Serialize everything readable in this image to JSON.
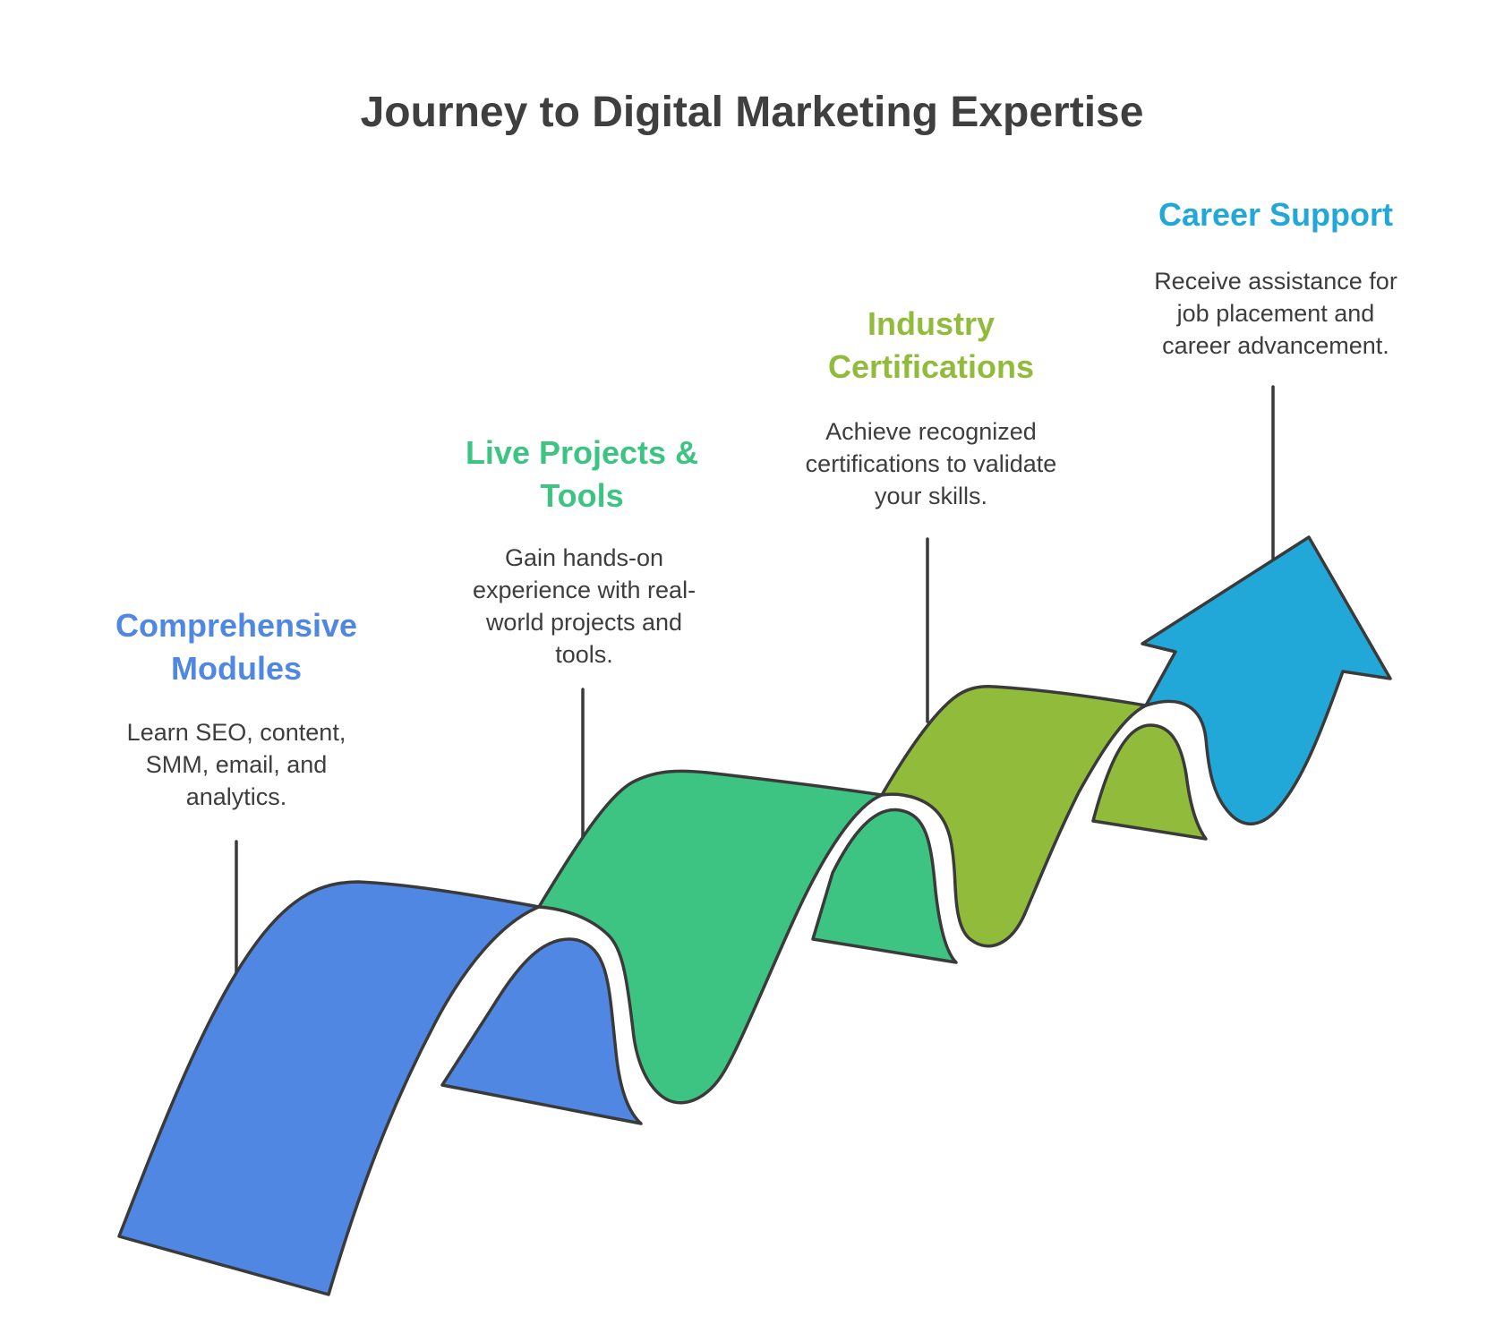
{
  "title": "Journey to Digital Marketing Expertise",
  "colors": {
    "step1": "#4f87e3",
    "step2": "#3ec482",
    "step3": "#91bb3b",
    "step4": "#22a8d8",
    "outline": "#3a3a3a",
    "text": "#3d3d3d"
  },
  "steps": [
    {
      "heading_line1": "Comprehensive",
      "heading_line2": "Modules",
      "desc_line1": "Learn SEO, content,",
      "desc_line2": "SMM, email, and",
      "desc_line3": "analytics.",
      "desc_line4": ""
    },
    {
      "heading_line1": "Live Projects &",
      "heading_line2": "Tools",
      "desc_line1": "Gain hands-on",
      "desc_line2": "experience with real-",
      "desc_line3": "world projects and",
      "desc_line4": "tools."
    },
    {
      "heading_line1": "Industry",
      "heading_line2": "Certifications",
      "desc_line1": "Achieve recognized",
      "desc_line2": "certifications to validate",
      "desc_line3": "your skills.",
      "desc_line4": ""
    },
    {
      "heading_line1": "Career Support",
      "heading_line2": "",
      "desc_line1": "Receive assistance for",
      "desc_line2": "job placement and",
      "desc_line3": "career advancement.",
      "desc_line4": ""
    }
  ]
}
